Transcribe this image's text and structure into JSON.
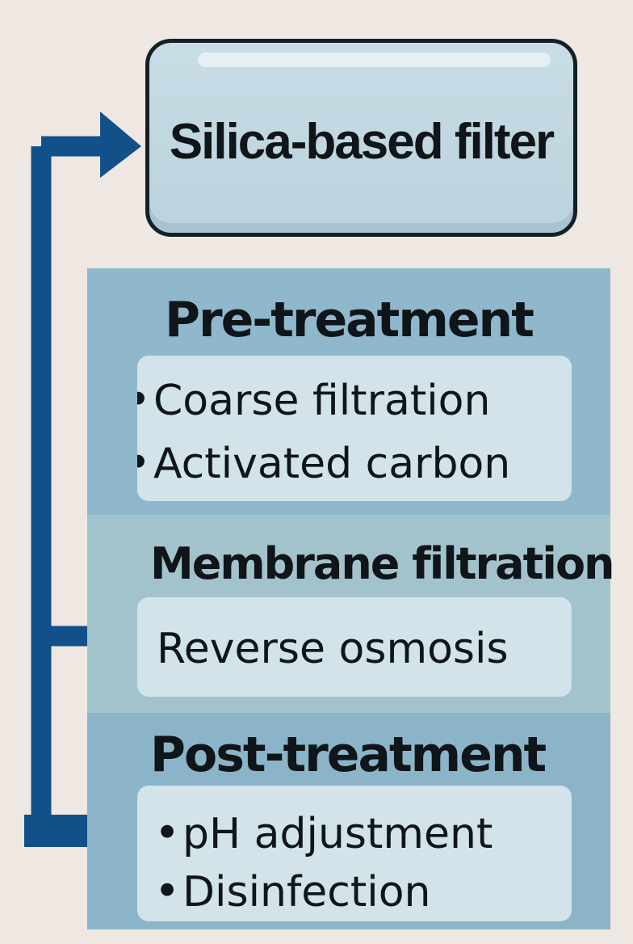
{
  "diagram": {
    "top_box": {
      "title": "Silica-based filter"
    },
    "stages": [
      {
        "heading": "Pre-treatment",
        "items": [
          "Coarse filtration",
          "Activated carbon"
        ]
      },
      {
        "heading": "Membrane filtration",
        "items": [
          "Reverse osmosis"
        ]
      },
      {
        "heading": "Post-treatment",
        "items": [
          "pH adjustment",
          "Disinfection"
        ]
      }
    ],
    "colors": {
      "arrow": "#12508a",
      "top_box_fill": "#c6dbe5",
      "panel": "#8fb6cb",
      "card": "#d2e3ea",
      "text": "#0f1518",
      "background": "#efe7e2"
    }
  }
}
